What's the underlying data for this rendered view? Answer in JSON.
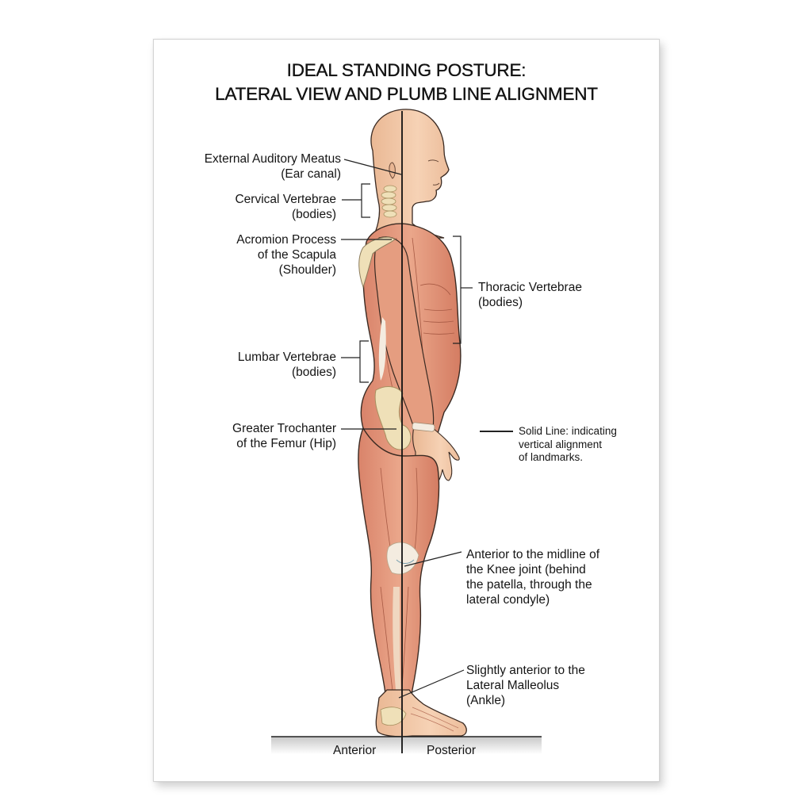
{
  "title": {
    "line1": "IDEAL STANDING POSTURE:",
    "line2": "LATERAL VIEW AND PLUMB LINE ALIGNMENT"
  },
  "labels_left": {
    "ear": {
      "line1": "External Auditory Meatus",
      "line2": "(Ear canal)"
    },
    "cervical": {
      "line1": "Cervical Vertebrae",
      "line2": "(bodies)"
    },
    "acromion": {
      "line1": "Acromion Process",
      "line2": "of the Scapula",
      "line3": "(Shoulder)"
    },
    "lumbar": {
      "line1": "Lumbar Vertebrae",
      "line2": "(bodies)"
    },
    "trochanter": {
      "line1": "Greater Trochanter",
      "line2": "of the Femur (Hip)"
    }
  },
  "labels_right": {
    "thoracic": {
      "line1": "Thoracic Vertebrae",
      "line2": "(bodies)"
    },
    "legend": {
      "line1": "Solid Line: indicating",
      "line2": "vertical alignment",
      "line3": "of landmarks."
    },
    "knee": {
      "line1": "Anterior to the midline of",
      "line2": "the Knee joint (behind",
      "line3": "the patella, through the",
      "line4": "lateral condyle)"
    },
    "ankle": {
      "line1": "Slightly anterior to the",
      "line2": "Lateral Malleolus",
      "line3": "(Ankle)"
    }
  },
  "ground": {
    "anterior": "Anterior",
    "posterior": "Posterior"
  },
  "colors": {
    "muscle": "#e39a7c",
    "muscle_dark": "#c9684c",
    "skin": "#f3c7a6",
    "bone": "#efe0b8",
    "tendon": "#f4ece0",
    "line": "#111111",
    "background": "#ffffff"
  }
}
